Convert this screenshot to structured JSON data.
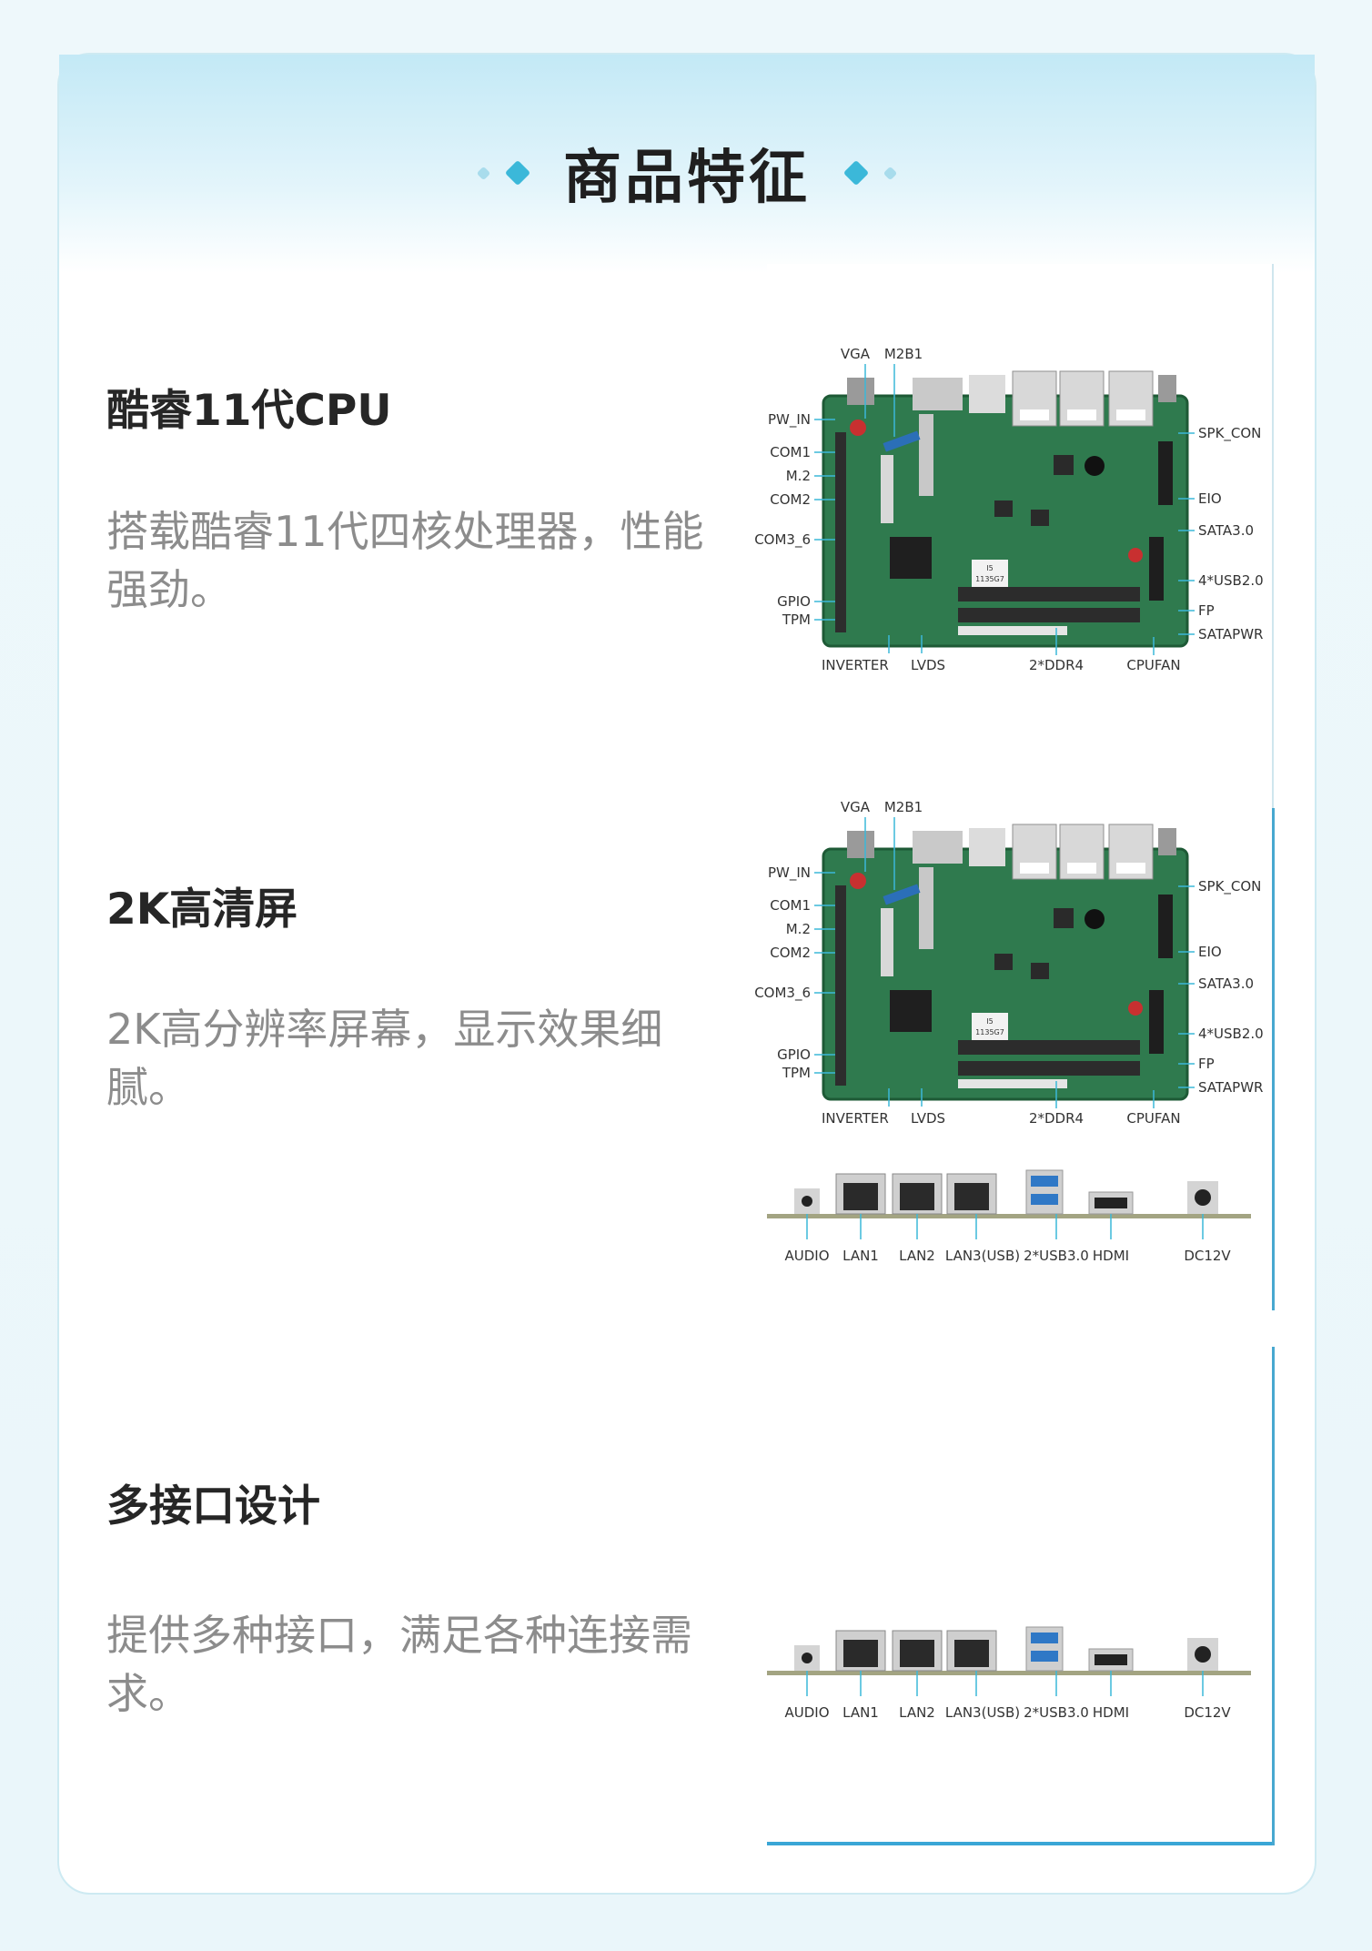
{
  "page": {
    "title": "商品特征"
  },
  "features": [
    {
      "heading": "酷睿11代CPU",
      "desc": "搭载酷睿11代四核处理器，性能强劲。"
    },
    {
      "heading": "2K高清屏",
      "desc": "2K高分辨率屏幕，显示效果细腻。"
    },
    {
      "heading": "多接口设计",
      "desc": "提供多种接口，满足各种连接需求。"
    }
  ],
  "board": {
    "top_labels": [
      "VGA",
      "M2B1"
    ],
    "left_labels": [
      "PW_IN",
      "COM1",
      "M.2",
      "COM2",
      "COM3_6",
      "GPIO",
      "TPM"
    ],
    "right_labels": [
      "SPK_CON",
      "EIO",
      "SATA3.0",
      "4*USB2.0",
      "FP",
      "SATAPWR"
    ],
    "bottom_labels": [
      "INVERTER",
      "LVDS",
      "2*DDR4",
      "CPUFAN"
    ],
    "chip_text": [
      "I5",
      "1135G7"
    ]
  },
  "ports": [
    "AUDIO",
    "LAN1",
    "LAN2",
    "LAN3(USB)",
    "2*USB3.0",
    "HDMI",
    "DC12V"
  ],
  "colors": {
    "accent": "#3bb8d9",
    "pcb": "#2f7a4e",
    "board_label": "#333333"
  }
}
